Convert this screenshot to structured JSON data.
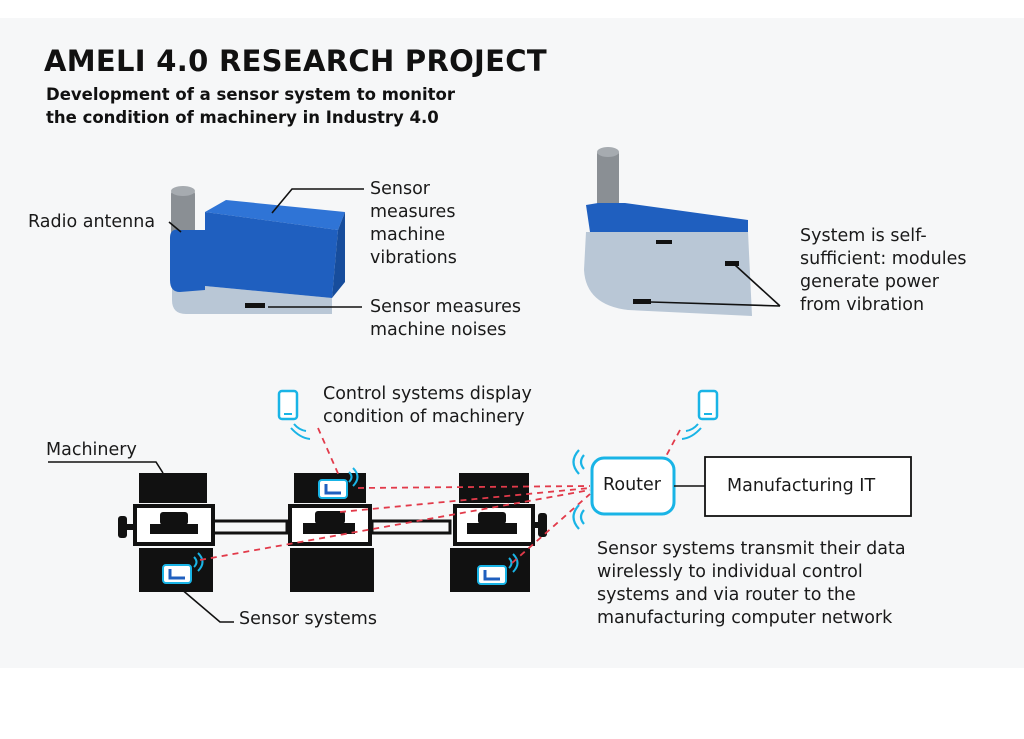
{
  "header": {
    "title": "AMELI 4.0 RESEARCH PROJECT",
    "subtitle_line1": "Development of a sensor system to monitor",
    "subtitle_line2": "the condition of machinery in Industry 4.0"
  },
  "device_labels": {
    "radio_antenna": "Radio antenna",
    "vibration_sensor": [
      "Sensor",
      "measures",
      "machine",
      "vibrations"
    ],
    "noise_sensor": [
      "Sensor measures",
      "machine noises"
    ],
    "self_sufficient": [
      "System is self-",
      "sufficient: modules",
      "generate power",
      "from vibration"
    ]
  },
  "network_labels": {
    "control_systems": [
      "Control systems display",
      "condition of machinery"
    ],
    "machinery": "Machinery",
    "router": "Router",
    "manufacturing_it": "Manufacturing IT",
    "sensor_systems": "Sensor systems",
    "transmit_note": [
      "Sensor systems transmit their data",
      "wirelessly to individual control",
      "systems and via router to the",
      "manufacturing computer network"
    ]
  },
  "colors": {
    "device_blue": "#1f5fbf",
    "device_gray": "#b9c7d6",
    "antenna_gray": "#8a8f94",
    "wireless_cyan": "#19b4e6",
    "link_red": "#e23a4a",
    "machine_black": "#111111"
  }
}
